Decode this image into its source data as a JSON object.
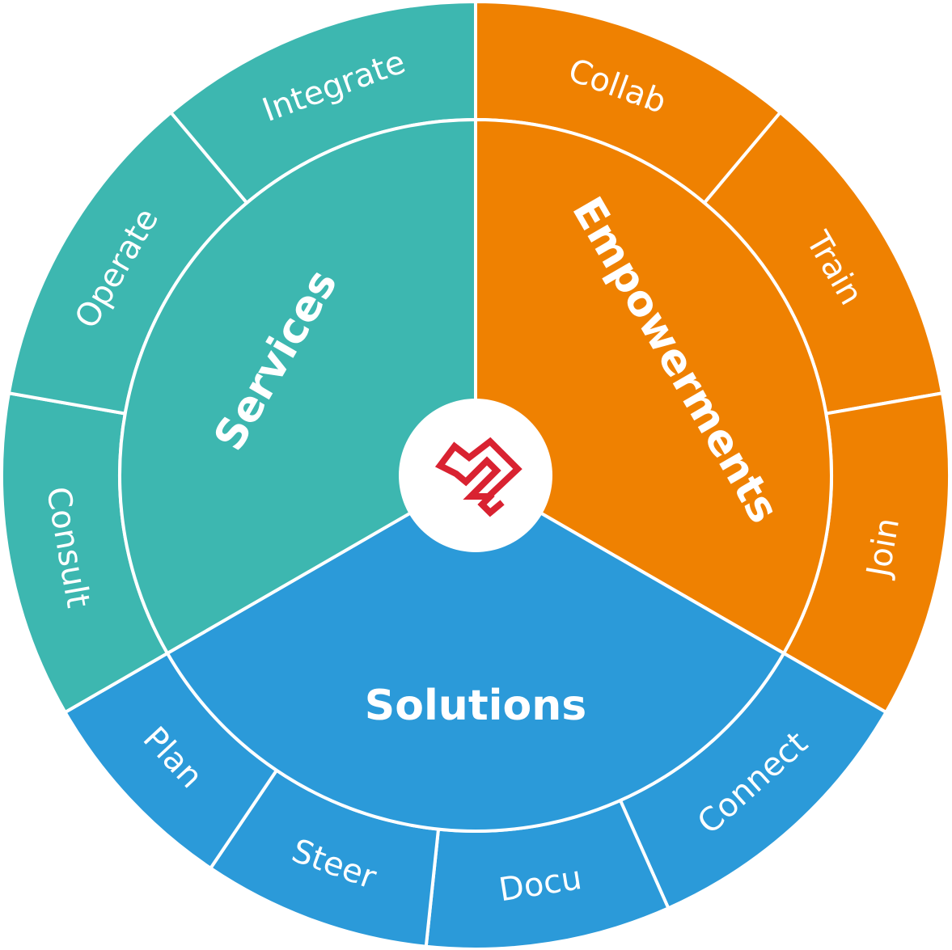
{
  "colors": {
    "services": "#3db7b0",
    "empowerments": "#ef8101",
    "solutions": "#2b9ad9",
    "divider": "#ffffff",
    "logo": "#d92231",
    "hub": "#ffffff"
  },
  "logo": {
    "icon": "heart-logo-icon"
  },
  "segments": [
    {
      "key": "empowerments",
      "label": "Empowerments",
      "color_key": "empowerments",
      "items": [
        {
          "label": "Collab"
        },
        {
          "label": "Train"
        },
        {
          "label": "Join"
        }
      ]
    },
    {
      "key": "solutions",
      "label": "Solutions",
      "color_key": "solutions",
      "items": [
        {
          "label": "Connect"
        },
        {
          "label": "Docu"
        },
        {
          "label": "Steer"
        },
        {
          "label": "Plan"
        }
      ]
    },
    {
      "key": "services",
      "label": "Services",
      "color_key": "services",
      "items": [
        {
          "label": "Consult"
        },
        {
          "label": "Operate"
        },
        {
          "label": "Integrate"
        }
      ]
    }
  ]
}
